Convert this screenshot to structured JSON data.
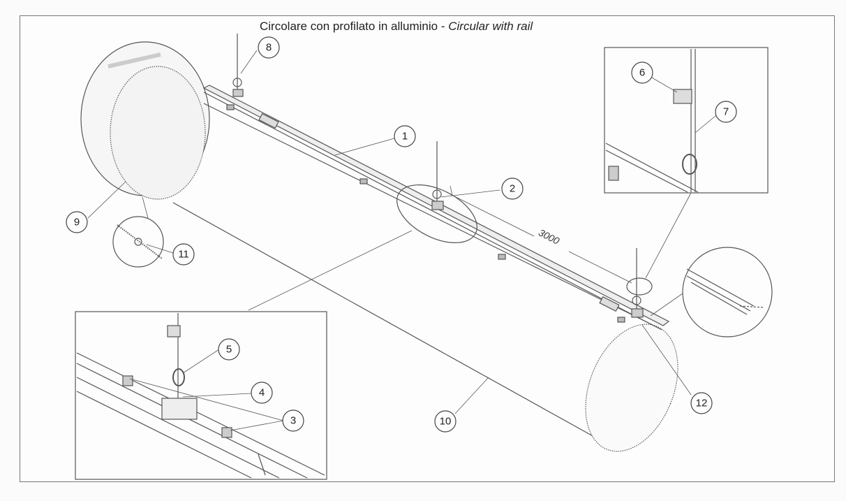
{
  "title": {
    "main": "Circolare con profilato in alluminio - ",
    "sub": "Circular with rail"
  },
  "dimension": "3000",
  "callouts": [
    "1",
    "2",
    "3",
    "4",
    "5",
    "6",
    "7",
    "8",
    "9",
    "10",
    "11",
    "12"
  ],
  "colors": {
    "line": "#555555",
    "ink": "#222222",
    "paper": "#fdfdfd"
  }
}
